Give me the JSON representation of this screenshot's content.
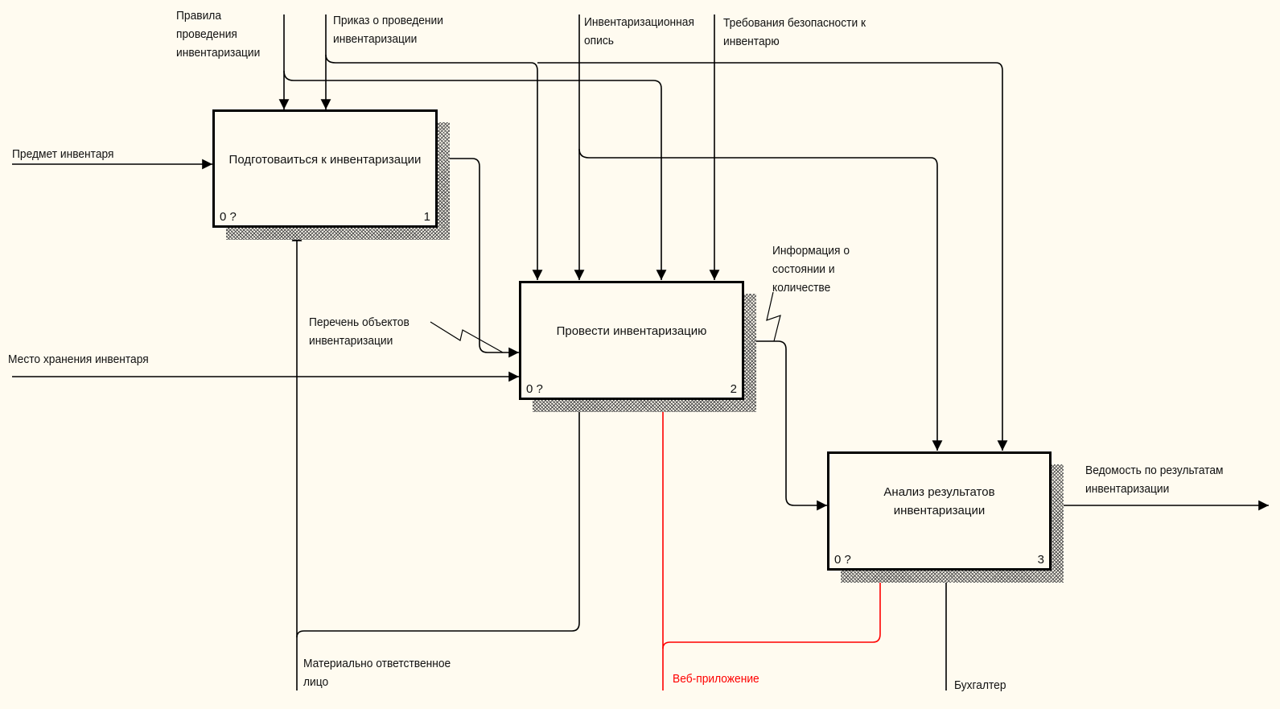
{
  "diagram": {
    "type": "IDEF0",
    "colors": {
      "background": "#fffbf0",
      "line": "#000000",
      "highlight": "#ff0000"
    },
    "activities": [
      {
        "id": "A1",
        "title": "Подготоваиться к инвентаризации",
        "cost": "0 ?",
        "number": "1"
      },
      {
        "id": "A2",
        "title": "Провести инвентаризацию",
        "cost": "0 ?",
        "number": "2"
      },
      {
        "id": "A3",
        "title": "Анализ результатов\nинвентаризации",
        "cost": "0 ?",
        "number": "3"
      }
    ],
    "arrows": {
      "controls": [
        {
          "label": "Правила\nпроведения\nинвентаризации",
          "to": [
            "A1",
            "A2"
          ]
        },
        {
          "label": "Приказ о проведении\nинвентаризации",
          "to": [
            "A1",
            "A2",
            "A3"
          ]
        },
        {
          "label": "Инвентаризационная\nопись",
          "to": [
            "A2",
            "A3"
          ]
        },
        {
          "label": "Требования безопасности к\nинвентарю",
          "to": [
            "A2"
          ]
        }
      ],
      "inputs": [
        {
          "label": "Предмет инвентаря",
          "to": "A1"
        },
        {
          "label": "Место хранения инвентаря",
          "to": "A2"
        }
      ],
      "internal": [
        {
          "label": "Перечень объектов\nинвентаризации",
          "from": "A1",
          "to": "A2"
        },
        {
          "label": "Информация о\nсостоянии и\nколичестве",
          "from": "A2",
          "to": "A3"
        }
      ],
      "outputs": [
        {
          "label": "Ведомость по результатам\nинвентаризации",
          "from": "A3"
        }
      ],
      "mechanisms": [
        {
          "label": "Материально ответственное\nлицо",
          "to": [
            "A1",
            "A2"
          ],
          "highlight": false
        },
        {
          "label": "Веб-приложение",
          "to": [
            "A2",
            "A3"
          ],
          "highlight": true
        },
        {
          "label": "Бухгалтер",
          "to": [
            "A3"
          ],
          "highlight": false
        }
      ]
    }
  }
}
